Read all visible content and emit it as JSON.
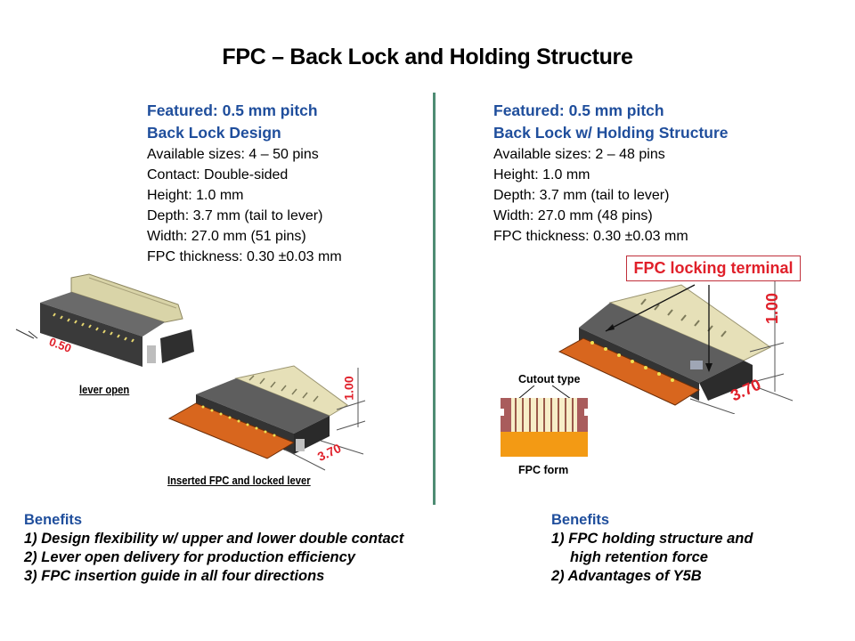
{
  "title": "FPC – Back Lock and Holding Structure",
  "left": {
    "heading": [
      "Featured: 0.5 mm pitch",
      "Back Lock Design"
    ],
    "specs": [
      "Available sizes: 4 – 50 pins",
      "Contact: Double-sided",
      "Height: 1.0 mm",
      "Depth: 3.7 mm (tail to lever)",
      "Width: 27.0 mm (51 pins)",
      "FPC thickness: 0.30 ±0.03 mm"
    ],
    "figure": {
      "pitch_dim": "0.50",
      "height_dim": "1.00",
      "depth_dim": "3.70",
      "caption_open": "lever open",
      "caption_locked": "Inserted FPC and locked lever"
    },
    "benefits": {
      "heading": "Benefits",
      "items": [
        "1) Design flexibility w/ upper and lower double contact",
        "2) Lever open delivery for production efficiency",
        "3) FPC insertion guide in all four directions"
      ]
    }
  },
  "right": {
    "heading": [
      "Featured: 0.5 mm pitch",
      "Back Lock w/ Holding Structure"
    ],
    "specs": [
      "Available sizes: 2 – 48 pins",
      "Height: 1.0 mm",
      "Depth: 3.7 mm (tail to lever)",
      "Width: 27.0 mm (48 pins)",
      "FPC thickness: 0.30 ±0.03 mm"
    ],
    "figure": {
      "callout": "FPC locking terminal",
      "height_dim": "1.00",
      "depth_dim": "3.70",
      "cutout_label": "Cutout type",
      "form_label": "FPC form"
    },
    "benefits": {
      "heading": "Benefits",
      "items": [
        "1) FPC holding structure and",
        "high retention force",
        "2) Advantages of Y5B"
      ]
    }
  },
  "colors": {
    "heading_blue": "#1f4e9c",
    "divider_green": "#4e8c73",
    "dimension_red": "#e0202a",
    "fpc_orange": "#d8661e"
  }
}
